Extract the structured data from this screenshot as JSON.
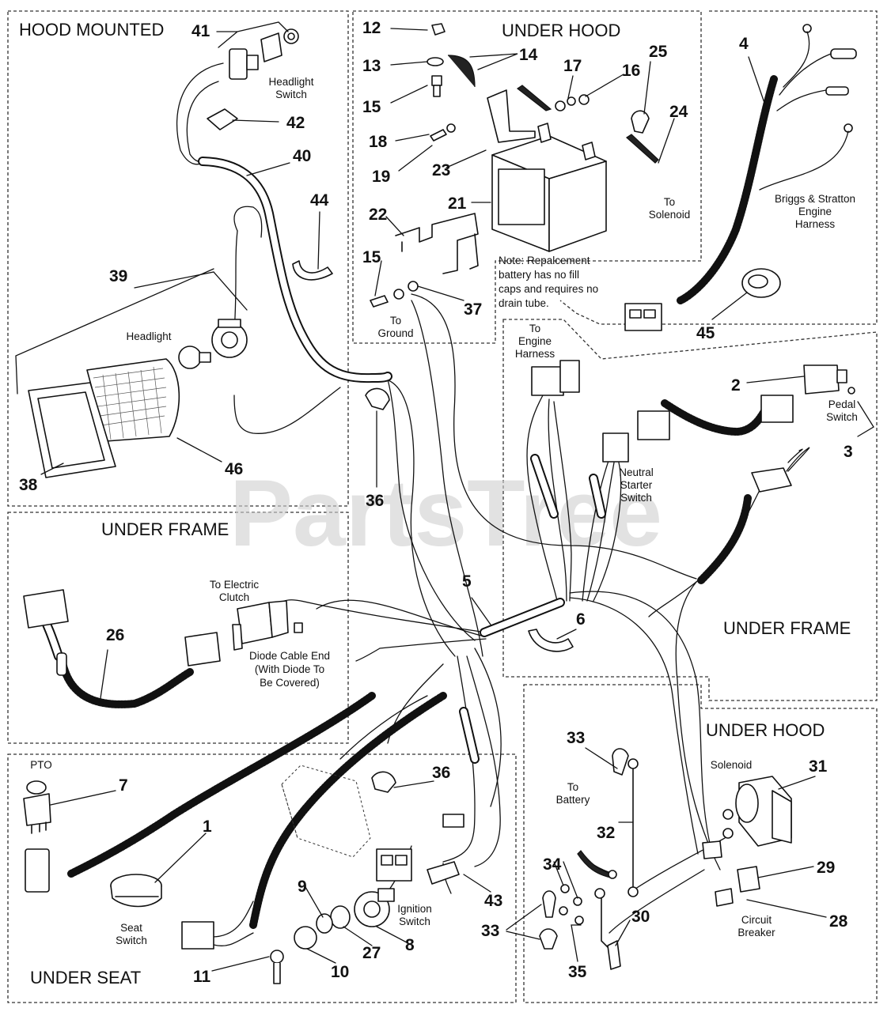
{
  "sections": {
    "hood_mounted": "HOOD MOUNTED",
    "under_hood_top": "UNDER HOOD",
    "under_frame_left": "UNDER FRAME",
    "under_frame_right": "UNDER FRAME",
    "under_hood_bottom": "UNDER HOOD",
    "under_seat": "UNDER SEAT"
  },
  "watermark": "PartsTree",
  "callouts": [
    "41",
    "12",
    "13",
    "14",
    "15",
    "17",
    "16",
    "25",
    "24",
    "4",
    "42",
    "40",
    "18",
    "19",
    "23",
    "21",
    "44",
    "22",
    "15",
    "37",
    "39",
    "45",
    "2",
    "3",
    "38",
    "46",
    "36",
    "26",
    "5",
    "6",
    "33",
    "36",
    "31",
    "7",
    "1",
    "32",
    "34",
    "29",
    "9",
    "43",
    "27",
    "8",
    "33",
    "30",
    "28",
    "11",
    "10",
    "35"
  ],
  "labels": {
    "headlight_switch": [
      "Headlight",
      "Switch"
    ],
    "headlight": "Headlight",
    "to_solenoid": [
      "To",
      "Solenoid"
    ],
    "briggs": [
      "Briggs & Stratton",
      "Engine",
      "Harness"
    ],
    "battery_note": [
      "Note: Repalcement",
      "battery has no fill",
      "caps and requires no",
      "drain tube."
    ],
    "to_ground": [
      "To",
      "Ground"
    ],
    "to_engine_harness": [
      "To",
      "Engine",
      "Harness"
    ],
    "pedal_switch": [
      "Pedal",
      "Switch"
    ],
    "neutral_starter": [
      "Neutral",
      "Starter",
      "Switch"
    ],
    "to_electric_clutch": [
      "To Electric",
      "Clutch"
    ],
    "diode_cable": [
      "Diode Cable End",
      "(With Diode To",
      "Be Covered)"
    ],
    "to_battery": [
      "To",
      "Battery"
    ],
    "solenoid": "Solenoid",
    "pto": "PTO",
    "ignition_switch": [
      "Ignition",
      "Switch"
    ],
    "seat_switch": [
      "Seat",
      "Switch"
    ],
    "circuit_breaker": [
      "Circuit",
      "Breaker"
    ]
  }
}
